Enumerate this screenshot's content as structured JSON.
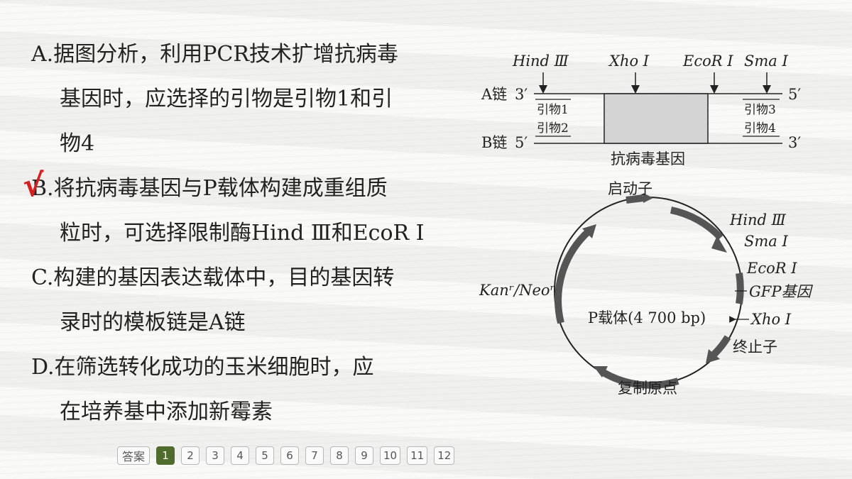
{
  "options": [
    {
      "lines": [
        "A.据图分析，利用PCR技术扩增抗病毒",
        "基因时，应选择的引物是引物1和引",
        "物4"
      ]
    },
    {
      "lines": [
        "B.将抗病毒基因与P载体构建成重组质",
        "粒时，可选择限制酶Hind Ⅲ和EcoR Ⅰ"
      ],
      "checked": true
    },
    {
      "lines": [
        "C.构建的基因表达载体中，目的基因转",
        "录时的模板链是A链"
      ]
    },
    {
      "lines": [
        "D.在筛选转化成功的玉米细胞时，应",
        "在培养基中添加新霉素"
      ]
    }
  ],
  "check_mark": "√",
  "diagram": {
    "top_sites": [
      "Hind Ⅲ",
      "Xho Ⅰ",
      "EcoR Ⅰ",
      "Sma Ⅰ"
    ],
    "strand_a": "A链",
    "strand_b": "B链",
    "a_left_end": "3′",
    "a_right_end": "5′",
    "b_left_end": "5′",
    "b_right_end": "3′",
    "primers": [
      "引物1",
      "引物2",
      "引物3",
      "引物4"
    ],
    "gene_label": "抗病毒基因",
    "promoter": "启动子",
    "plasmid_sites": [
      "Hind Ⅲ",
      "Sma Ⅰ",
      "EcoR Ⅰ",
      "GFP基因",
      "Xho Ⅰ"
    ],
    "terminator": "终止子",
    "origin": "复制原点",
    "resistance": "Kanʳ/Neoʳ",
    "plasmid_label": "P载体(4 700 bp)"
  },
  "pager": {
    "answer_label": "答案",
    "pages": [
      "1",
      "2",
      "3",
      "4",
      "5",
      "6",
      "7",
      "8",
      "9",
      "10",
      "11",
      "12"
    ],
    "active": "1"
  },
  "colors": {
    "active_page": "#4f6b2d",
    "check": "#d62020",
    "gene_box": "#d4d4d4"
  }
}
